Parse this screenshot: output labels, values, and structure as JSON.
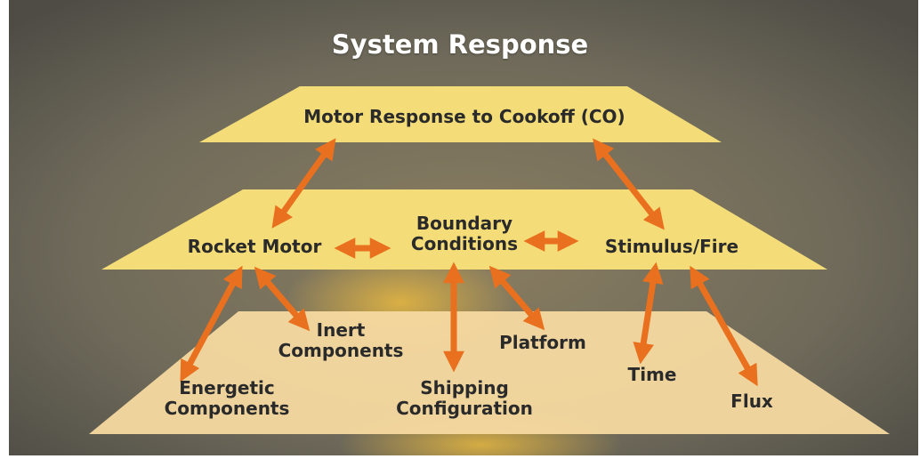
{
  "title": "System Response",
  "top": {
    "label": "Motor Response to Cookoff (CO)"
  },
  "middle": {
    "left": "Rocket Motor",
    "center_line1": "Boundary",
    "center_line2": "Conditions",
    "right": "Stimulus/Fire"
  },
  "bottom": {
    "inert_line1": "Inert",
    "inert_line2": "Components",
    "energetic_line1": "Energetic",
    "energetic_line2": "Components",
    "shipping_line1": "Shipping",
    "shipping_line2": "Configuration",
    "platform": "Platform",
    "time": "Time",
    "flux": "Flux"
  },
  "colors": {
    "tier": "#f4dd78",
    "bottom_tier": "#f5d9a0",
    "arrow": "#e8701e",
    "text": "#2a2a2a"
  }
}
